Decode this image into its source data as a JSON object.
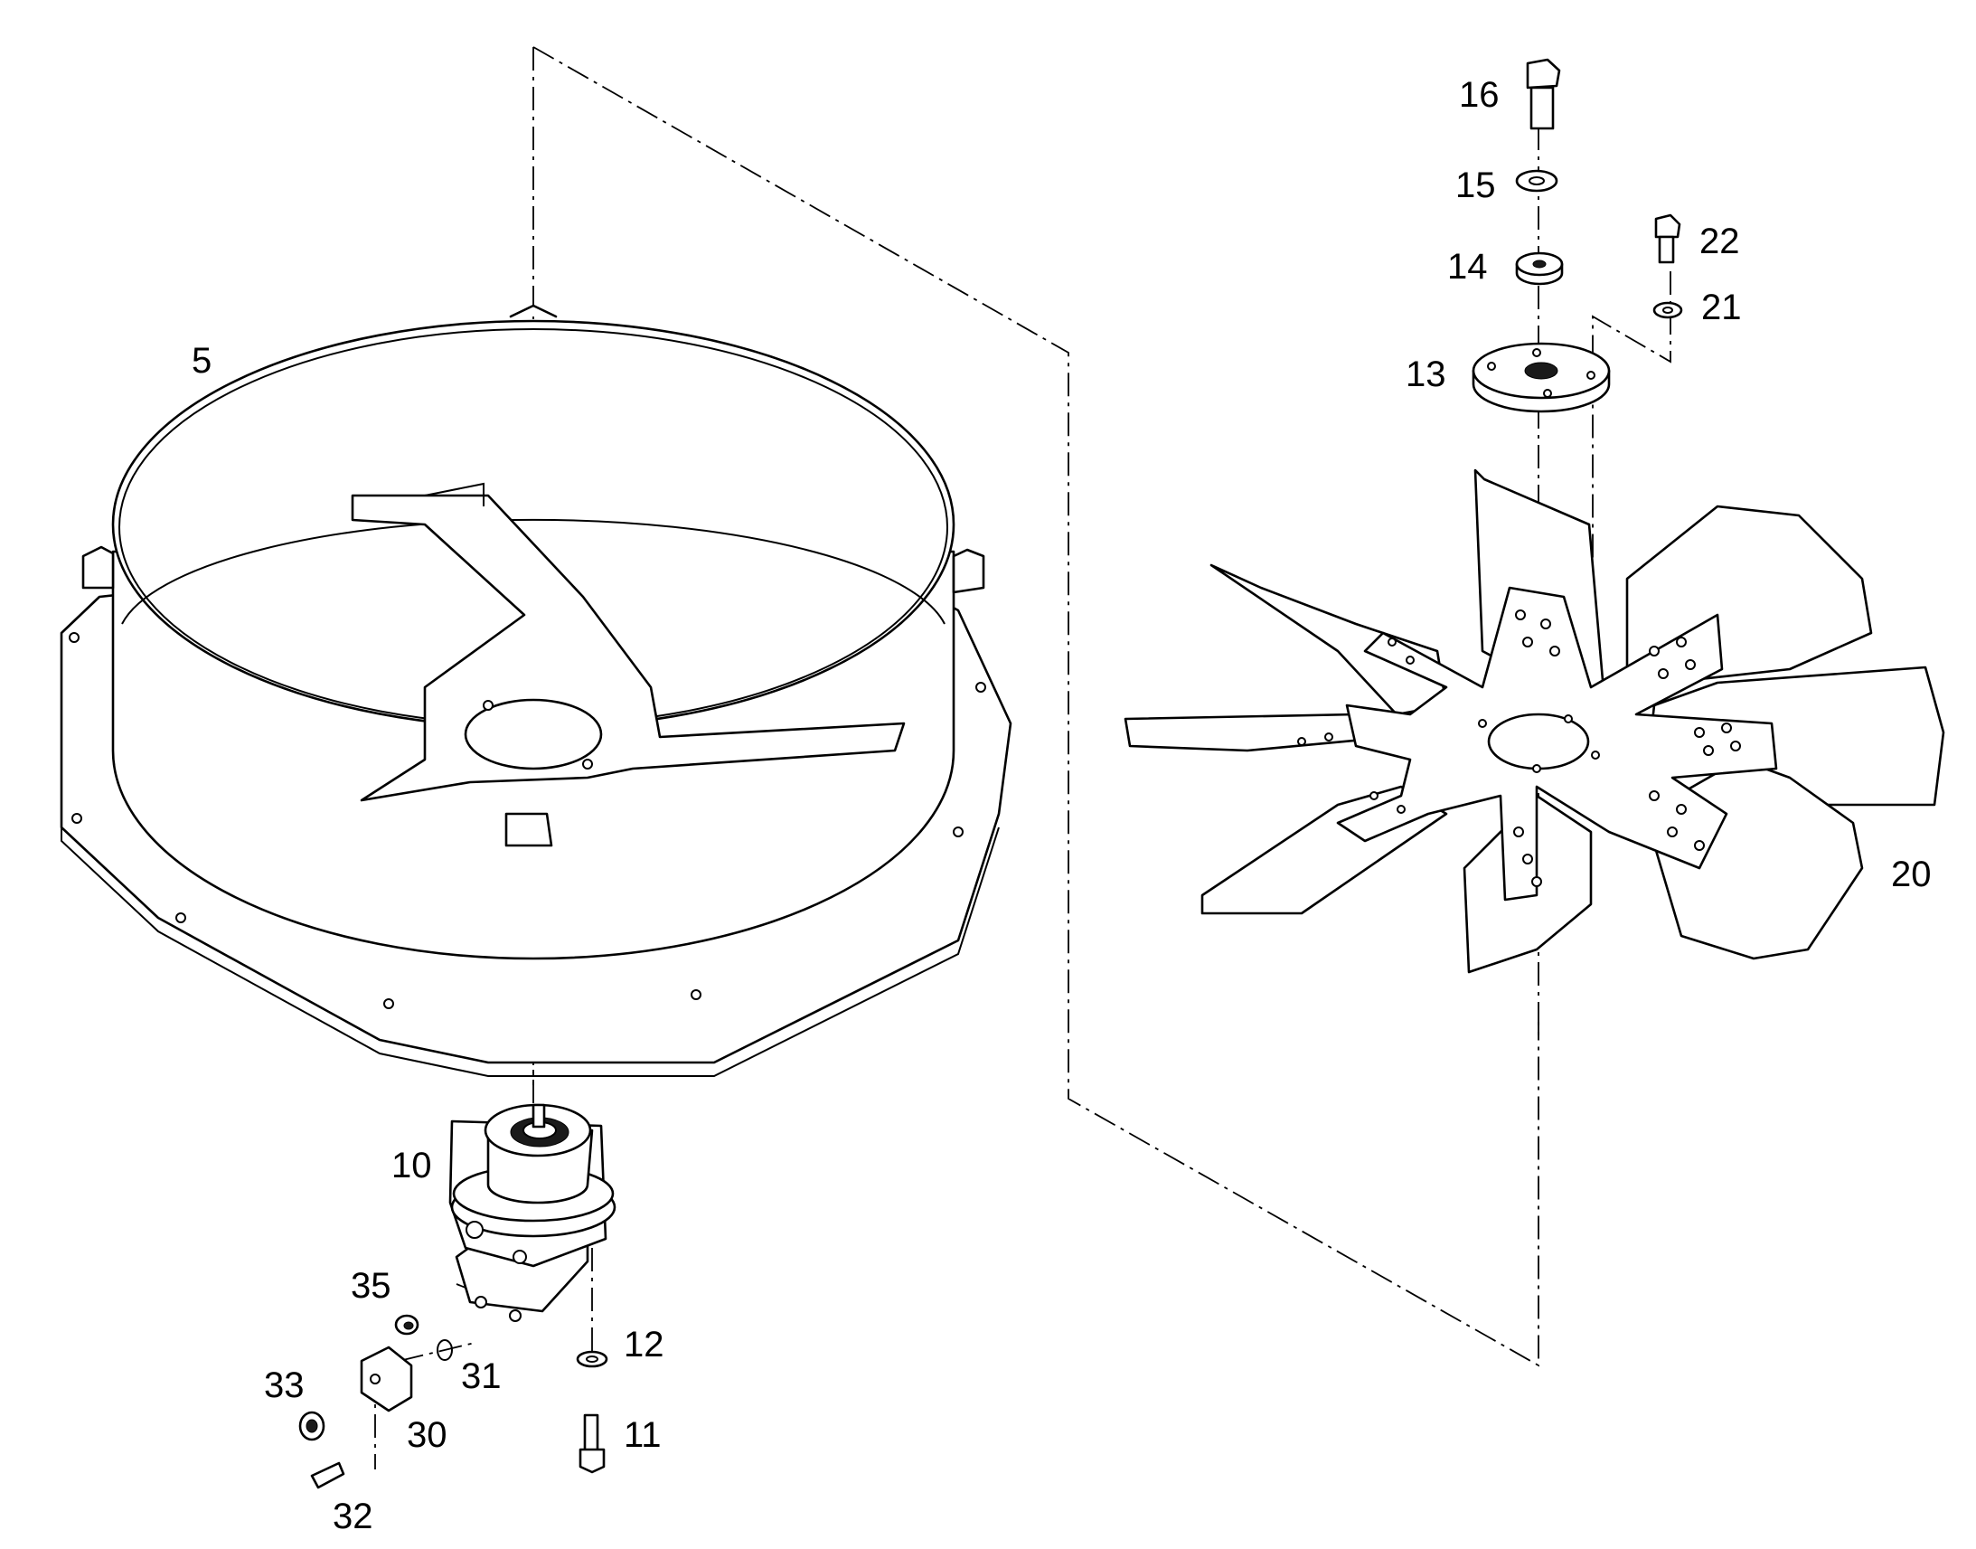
{
  "labels": {
    "p5": "5",
    "p10": "10",
    "p11": "11",
    "p12": "12",
    "p13": "13",
    "p14": "14",
    "p15": "15",
    "p16": "16",
    "p20": "20",
    "p21": "21",
    "p22": "22",
    "p30": "30",
    "p31": "31",
    "p32": "32",
    "p33": "33",
    "p35": "35"
  },
  "colors": {
    "line": "#000000",
    "background": "#ffffff"
  }
}
